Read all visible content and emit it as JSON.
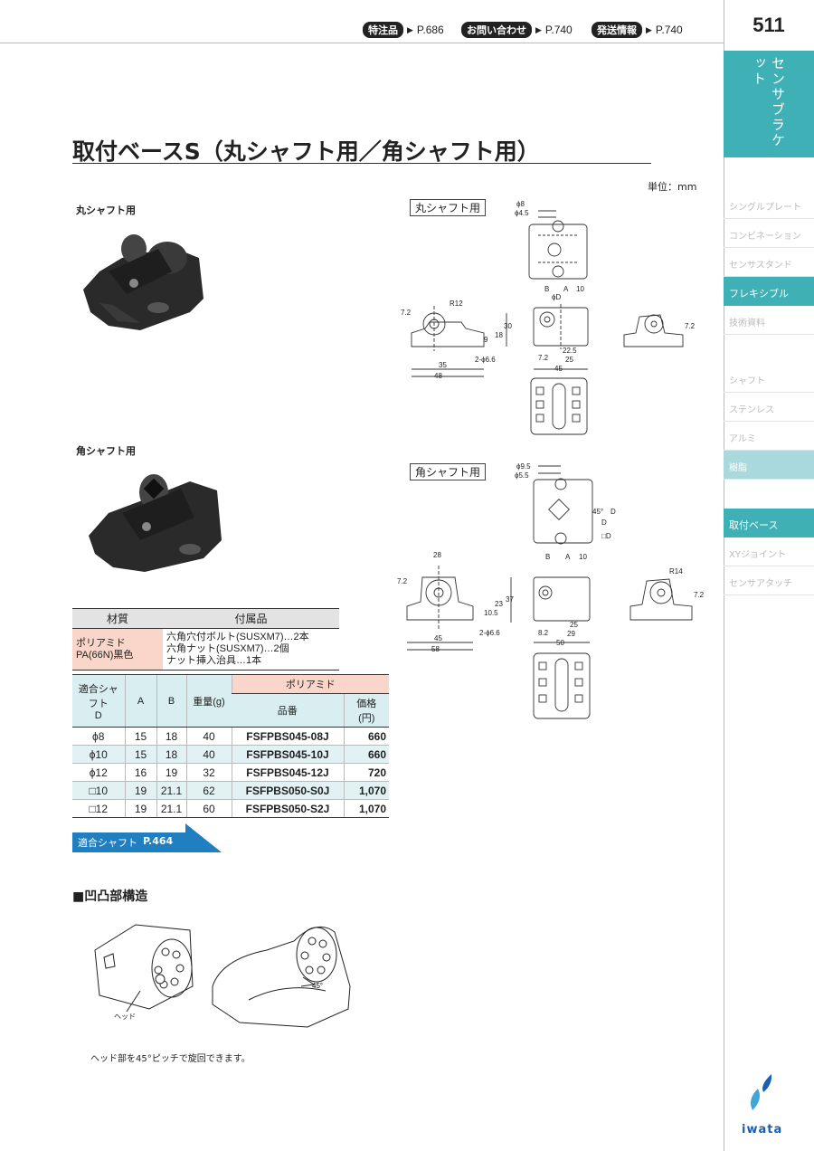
{
  "header": {
    "page_number": "511",
    "refs": [
      {
        "label": "特注品",
        "page": "P.686"
      },
      {
        "label": "お問い合わせ",
        "page": "P.740"
      },
      {
        "label": "発送情報",
        "page": "P.740"
      }
    ],
    "section_tab": "センサブラケット"
  },
  "sidebar": {
    "items": [
      {
        "label": "シングルプレート",
        "state": "normal"
      },
      {
        "label": "コンビネーション",
        "state": "normal"
      },
      {
        "label": "センサスタンド",
        "state": "normal"
      },
      {
        "label": "フレキシブル",
        "state": "active"
      },
      {
        "label": "技術資料",
        "state": "normal"
      },
      {
        "label": "シャフト",
        "state": "normal"
      },
      {
        "label": "ステンレス",
        "state": "normal"
      },
      {
        "label": "アルミ",
        "state": "normal"
      },
      {
        "label": "樹脂",
        "state": "light"
      },
      {
        "label": "取付ベース",
        "state": "active"
      },
      {
        "label": "XYジョイント",
        "state": "normal"
      },
      {
        "label": "センサアタッチ",
        "state": "normal"
      }
    ]
  },
  "title": "取付ベースS（丸シャフト用／角シャフト用）",
  "unit": "単位：mm",
  "round_section": {
    "photo_label": "丸シャフト用",
    "drawing_tag": "丸シャフト用",
    "dims": {
      "phi8": "ϕ8",
      "phi45": "ϕ4.5",
      "r12": "R12",
      "d72a": "7.2",
      "d9": "9",
      "d18": "18",
      "d30": "30",
      "d35": "35",
      "d48": "48",
      "holes": "2-ϕ6.6",
      "B": "B",
      "A": "A",
      "d10": "10",
      "phiD": "ϕD",
      "d225": "22.5",
      "d25": "25",
      "d72b": "7.2",
      "d45": "45",
      "d72c": "7.2"
    }
  },
  "square_section": {
    "photo_label": "角シャフト用",
    "drawing_tag": "角シャフト用",
    "dims": {
      "phi95": "ϕ9.5",
      "phi55": "ϕ5.5",
      "D1": "D",
      "D2": "D",
      "sqD": "□D",
      "B": "B",
      "A": "A",
      "d10": "10",
      "d28": "28",
      "d72a": "7.2",
      "d105": "10.5",
      "d23": "23",
      "d37": "37",
      "d45": "45",
      "d58": "58",
      "holes": "2-ϕ6.6",
      "d25": "25",
      "d82": "8.2",
      "d29": "29",
      "d50": "50",
      "r14": "R14",
      "d72b": "7.2",
      "ang": "45°"
    }
  },
  "material_table": {
    "headers": [
      "材質",
      "付属品"
    ],
    "material": [
      "ポリアミド",
      "PA(66N)黒色"
    ],
    "accessories": [
      "六角穴付ボルト(SUSXM7)…2本",
      "六角ナット(SUSXM7)…2個",
      "ナット挿入治具…1本"
    ]
  },
  "spec_table": {
    "group_header": "ポリアミド",
    "headers": {
      "shaft": [
        "適合シャフト",
        "D"
      ],
      "a": "A",
      "b": "B",
      "weight": "重量(g)",
      "code": "品番",
      "price": [
        "価格",
        "(円)"
      ]
    },
    "rows": [
      {
        "shaft": "ϕ8",
        "a": "15",
        "b": "18",
        "weight": "40",
        "code": "FSFPBS045-08J",
        "price": "660"
      },
      {
        "shaft": "ϕ10",
        "a": "15",
        "b": "18",
        "weight": "40",
        "code": "FSFPBS045-10J",
        "price": "660"
      },
      {
        "shaft": "ϕ12",
        "a": "16",
        "b": "19",
        "weight": "32",
        "code": "FSFPBS045-12J",
        "price": "720"
      },
      {
        "shaft": "□10",
        "a": "19",
        "b": "21.1",
        "weight": "62",
        "code": "FSFPBS050-S0J",
        "price": "1,070"
      },
      {
        "shaft": "□12",
        "a": "19",
        "b": "21.1",
        "weight": "60",
        "code": "FSFPBS050-S2J",
        "price": "1,070"
      }
    ]
  },
  "shaft_link": {
    "label": "適合シャフト",
    "page": "P.464"
  },
  "relief": {
    "heading": "■凹凸部構造",
    "head_label": "ヘッド",
    "angle_label": "45°",
    "note": "ヘッド部を45°ピッチで旋回できます。"
  },
  "logo": "iwata",
  "colors": {
    "accent": "#3fb0b5",
    "accent_light": "#a9d9dc",
    "pink": "#f9d6c9",
    "row_alt": "#e2f2f4"
  }
}
